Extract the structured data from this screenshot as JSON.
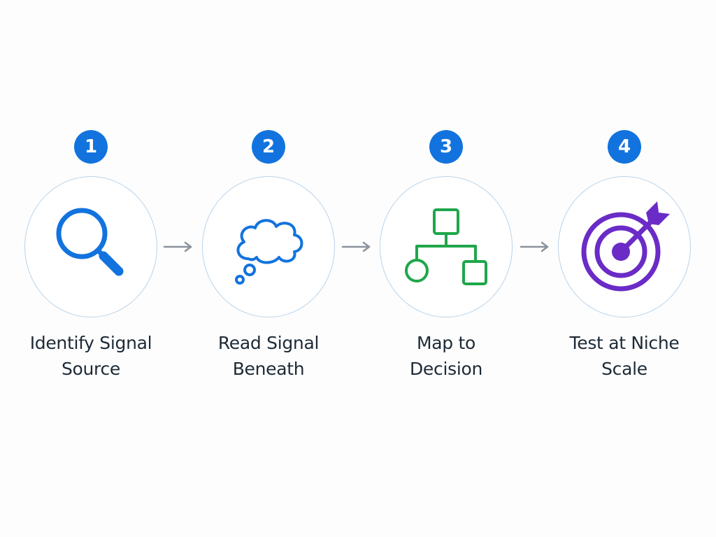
{
  "steps": [
    {
      "number": "1",
      "label_lines": [
        "Identify Signal",
        "Source"
      ],
      "icon": "magnifier-icon",
      "color": "#1273de"
    },
    {
      "number": "2",
      "label_lines": [
        "Read Signal",
        "Beneath"
      ],
      "icon": "thought-cloud-icon",
      "color": "#1273de"
    },
    {
      "number": "3",
      "label_lines": [
        "Map to",
        "Decision"
      ],
      "icon": "decision-tree-icon",
      "color": "#1fa64a"
    },
    {
      "number": "4",
      "label_lines": [
        "Test at Niche",
        "Scale"
      ],
      "icon": "target-arrow-icon",
      "color": "#6a2bc6"
    }
  ],
  "colors": {
    "badge": "#1273de",
    "circle_border": "#b9d3ea",
    "arrow": "#8a939c",
    "text": "#1d2a36"
  }
}
